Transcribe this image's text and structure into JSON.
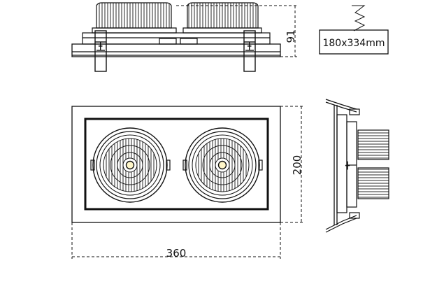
{
  "dimensions": {
    "height_label": "91",
    "depth_label": "200",
    "width_label": "360"
  },
  "cutout": {
    "label": "180x334mm"
  },
  "colors": {
    "line": "#111111",
    "background": "#ffffff",
    "led": "#fff6c8"
  }
}
